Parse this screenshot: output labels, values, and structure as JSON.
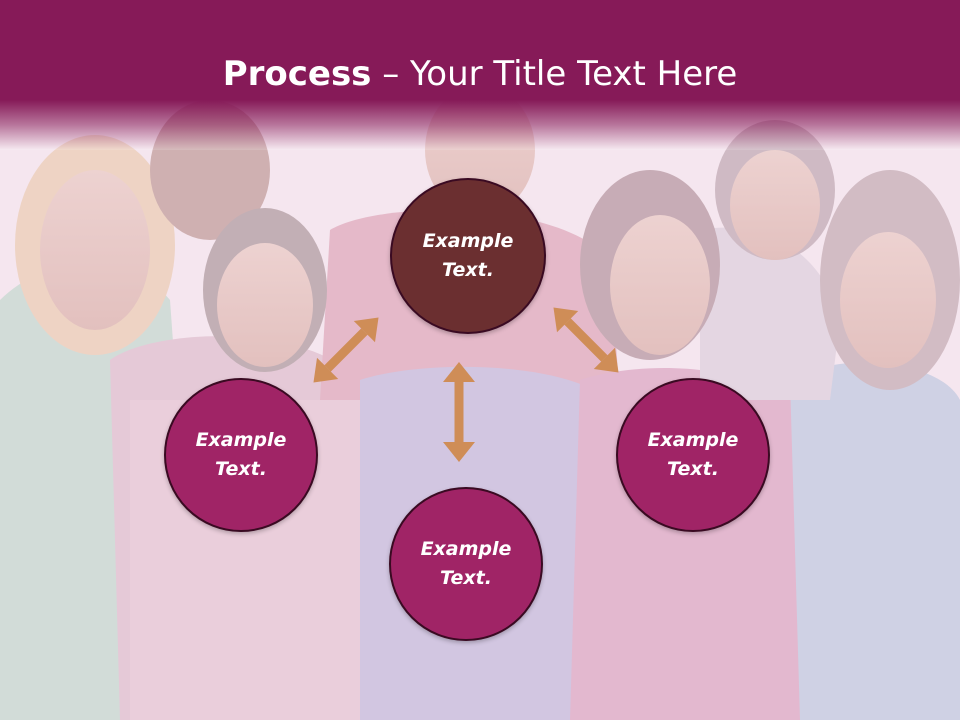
{
  "slide": {
    "title_bold": "Process",
    "title_rest": " – Your Title Text Here"
  },
  "diagram": {
    "nodes": {
      "top": "Example Text.",
      "left": "Example Text.",
      "right": "Example Text.",
      "bottom": "Example Text."
    }
  },
  "colors": {
    "header": "#861a58",
    "node_primary": "#a02466",
    "node_center": "#6b2f30",
    "arrow": "#cf8d57"
  }
}
